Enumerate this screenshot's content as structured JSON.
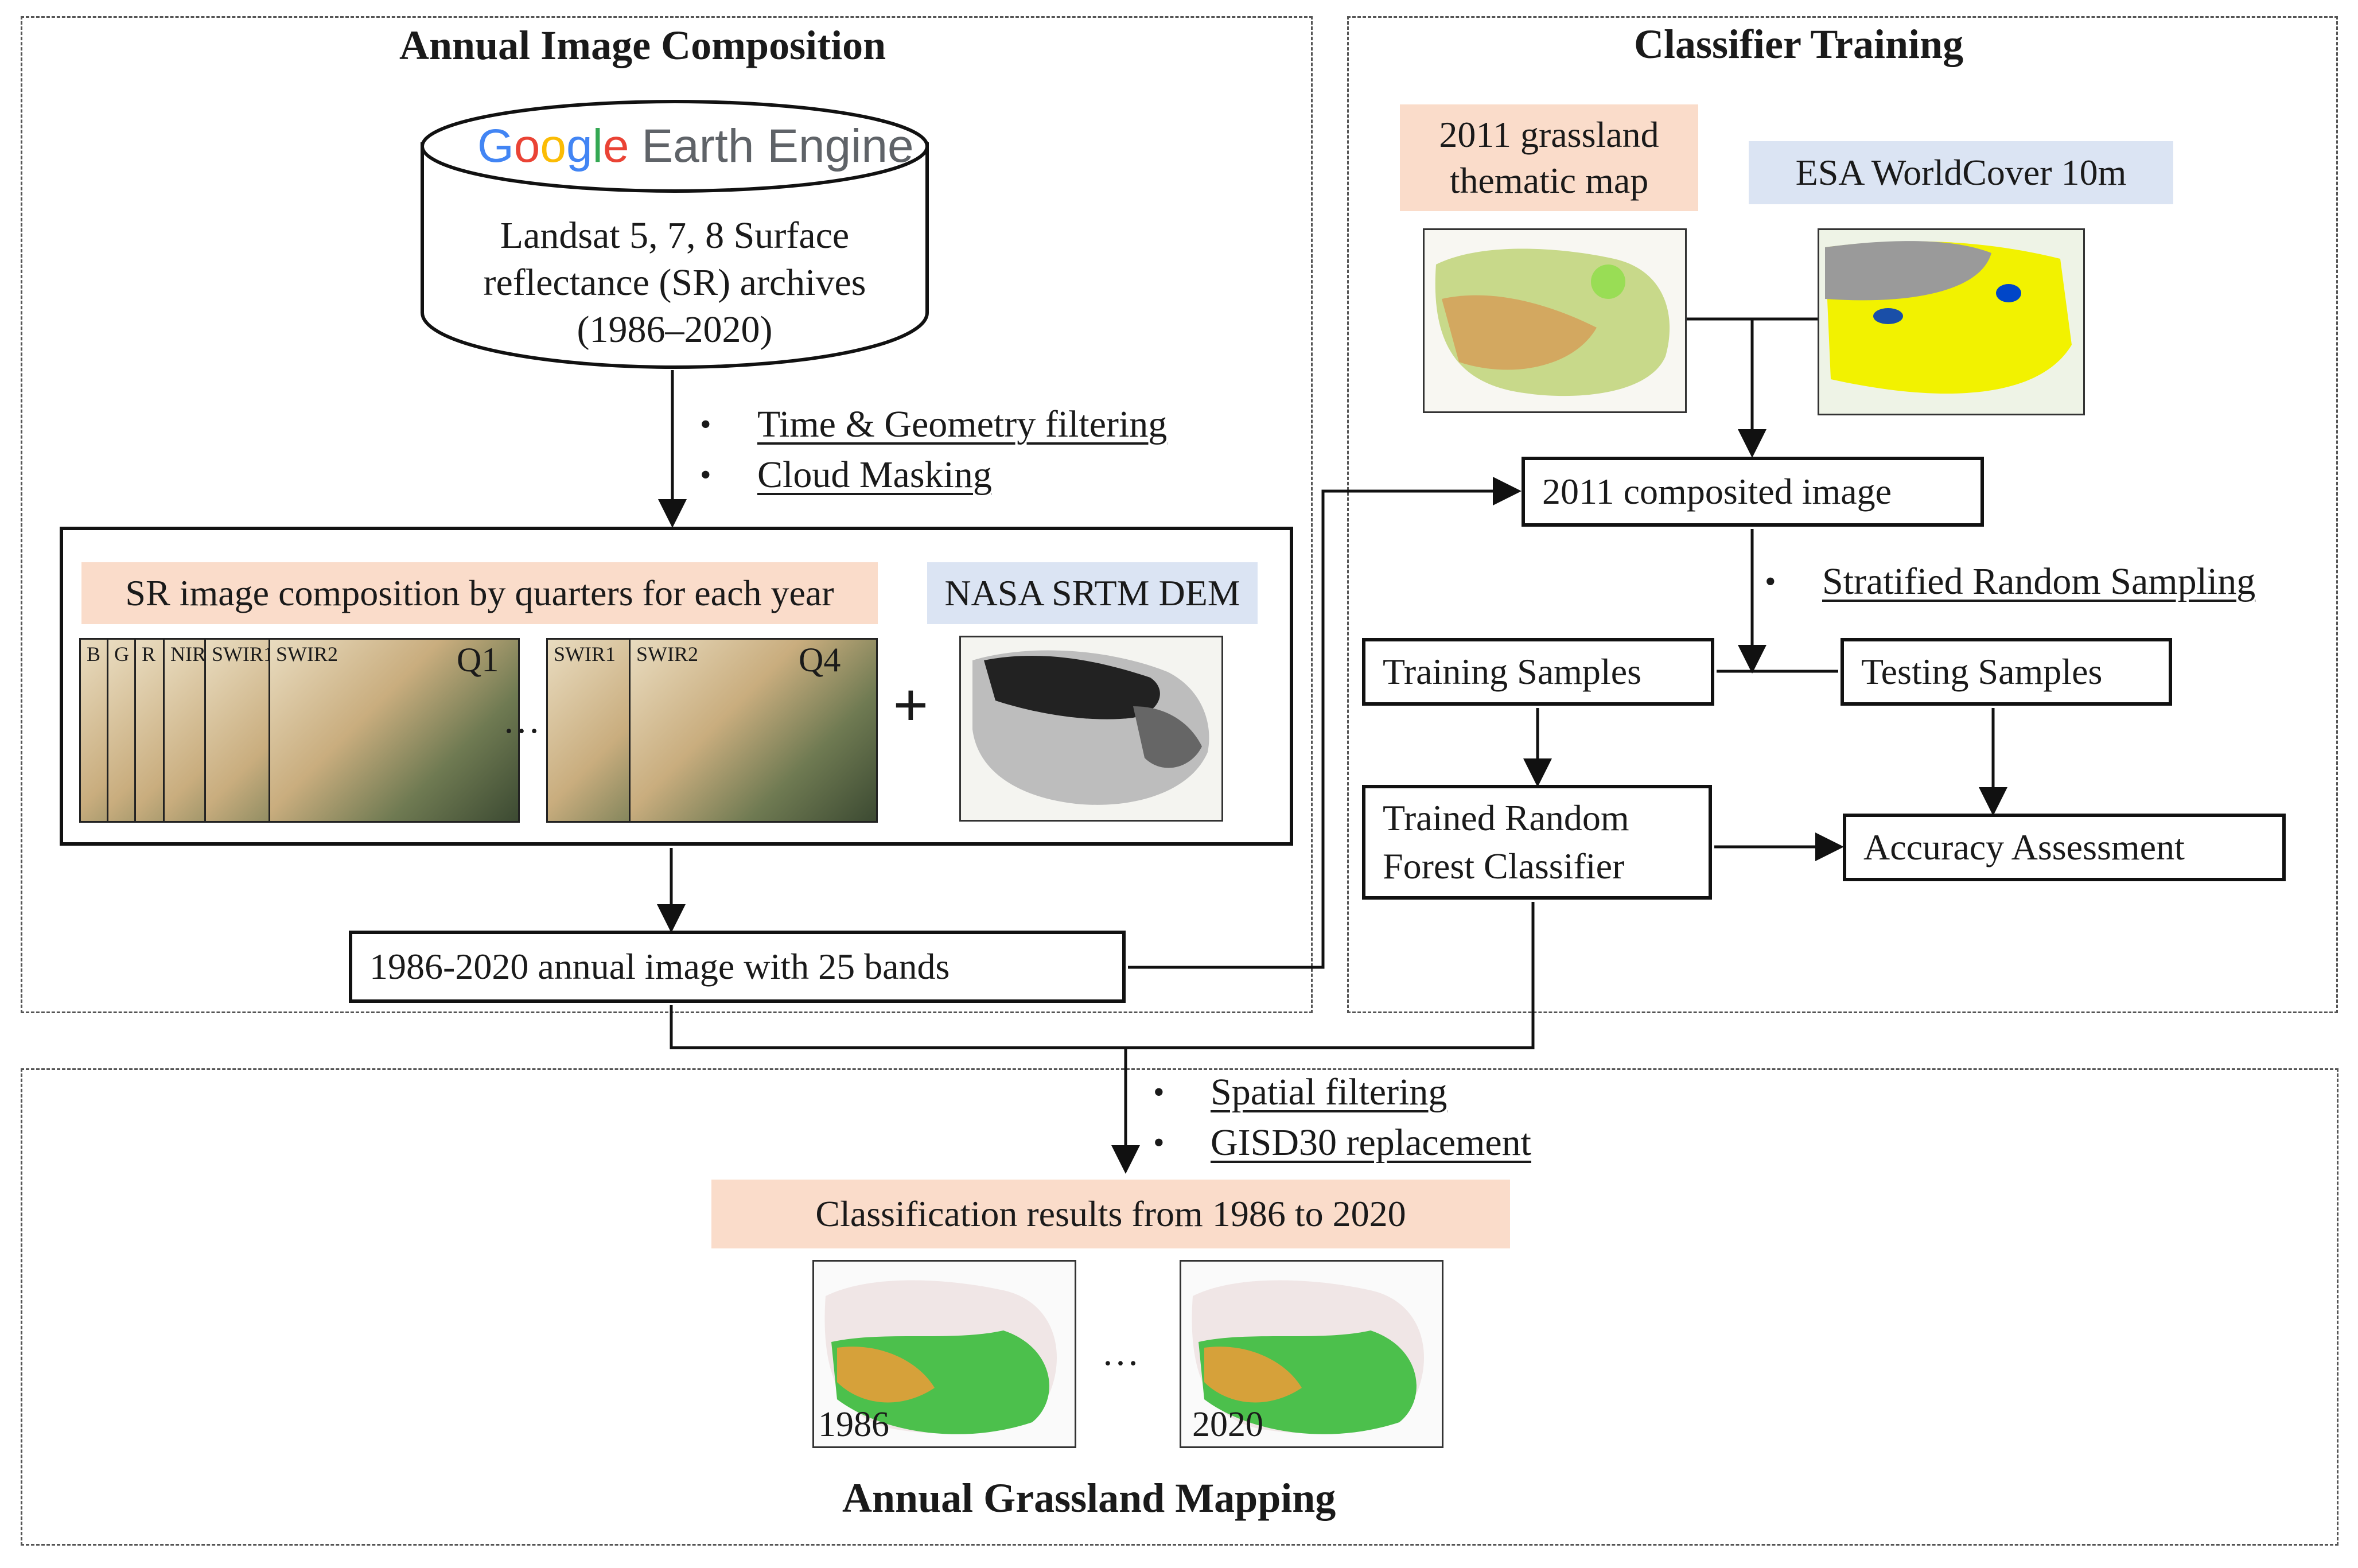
{
  "sections": {
    "annual_composition": {
      "title": "Annual Image Composition"
    },
    "classifier_training": {
      "title": "Classifier Training"
    },
    "annual_mapping": {
      "title": "Annual Grassland Mapping"
    }
  },
  "gee": {
    "logo_google": "Google",
    "logo_product": "Earth Engine",
    "archive_line1": "Landsat 5, 7, 8 Surface",
    "archive_line2": "reflectance (SR) archives",
    "archive_line3": "(1986–2020)"
  },
  "filters": [
    "Time & Geometry filtering",
    "Cloud Masking"
  ],
  "composition_box": {
    "sr_label": "SR image composition by quarters for each year",
    "dem_label": "NASA SRTM DEM",
    "bands_q1": [
      "B",
      "G",
      "R",
      "NIR",
      "SWIR1",
      "SWIR2"
    ],
    "bands_q4": [
      "SWIR1",
      "SWIR2"
    ],
    "q1": "Q1",
    "q4": "Q4",
    "ellipsis": "…",
    "plus": "+"
  },
  "annual_image": "1986-2020 annual image with 25 bands",
  "training": {
    "thematic_map_label": "2011 grassland thematic map",
    "esa_label": "ESA WorldCover 10m",
    "composited": "2011 composited image",
    "sampling": "Stratified Random Sampling",
    "training_samples": "Training Samples",
    "testing_samples": "Testing Samples",
    "rf_line1": "Trained Random",
    "rf_line2": "Forest Classifier",
    "accuracy": "Accuracy Assessment"
  },
  "postprocess": [
    "Spatial filtering",
    "GISD30 replacement"
  ],
  "results": {
    "label": "Classification results from 1986 to 2020",
    "year_start": "1986",
    "year_end": "2020",
    "ellipsis": "…"
  },
  "colors": {
    "peach": "#fadcca",
    "light_blue": "#dbe4f3",
    "google_blue": "#4285F4",
    "google_red": "#EA4335",
    "google_yellow": "#FBBC05",
    "google_green": "#34A853",
    "esa_yellow": "#f2f200",
    "grass_green": "#4cc04c"
  }
}
